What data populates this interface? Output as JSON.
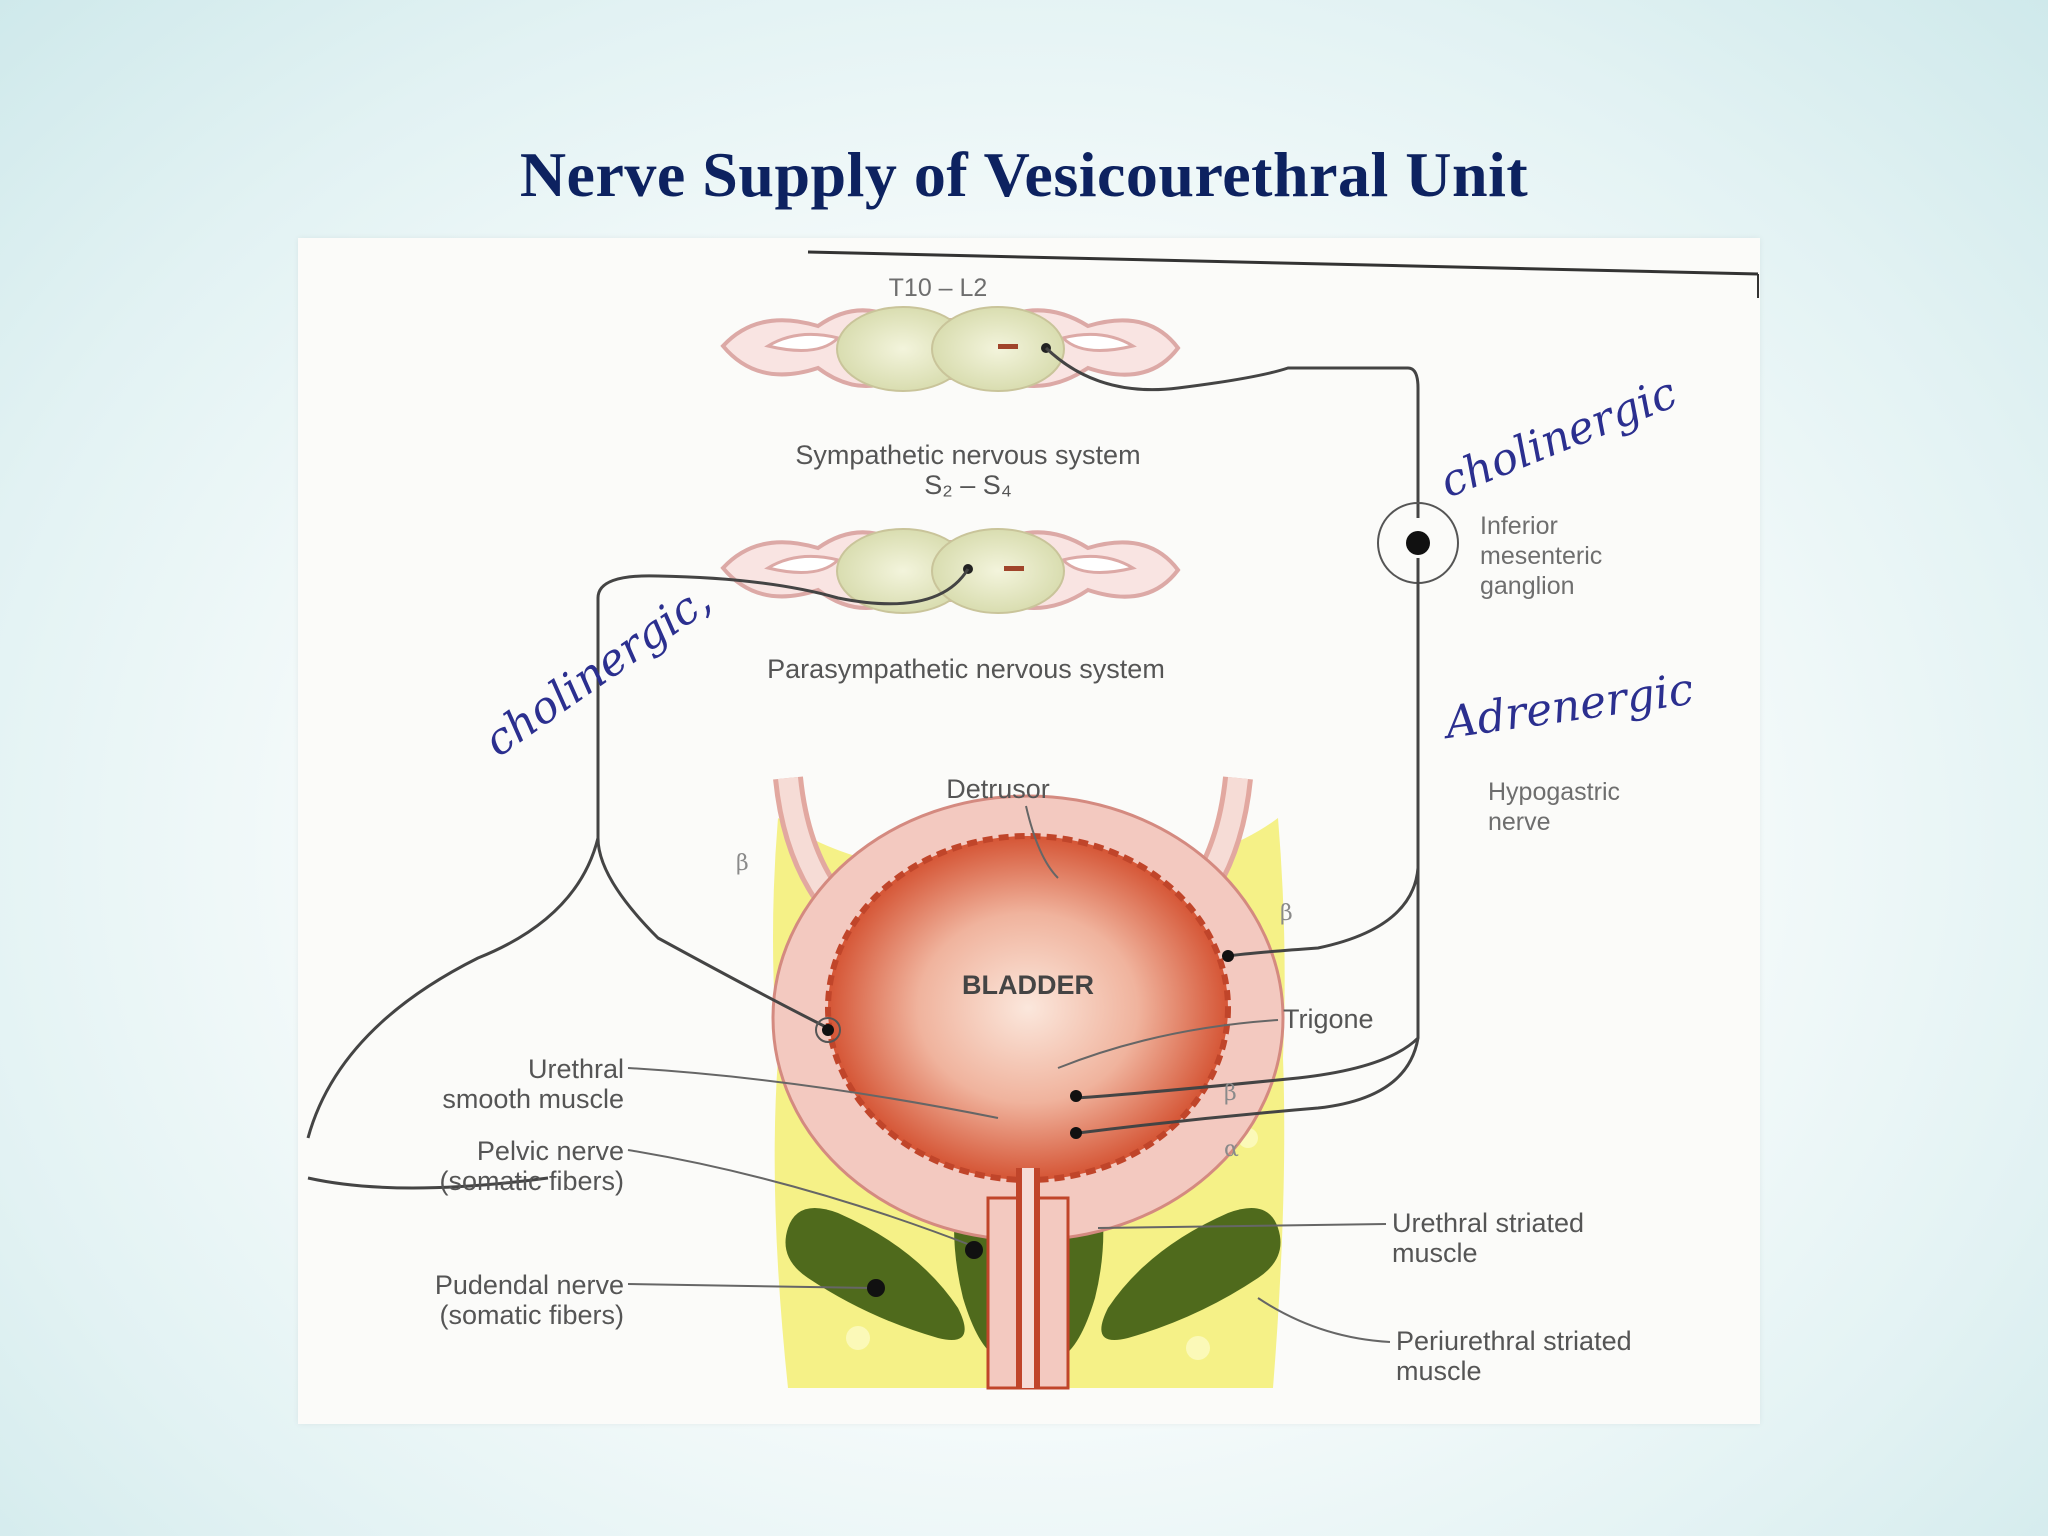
{
  "title": "Nerve Supply of Vesicourethral Unit",
  "diagram": {
    "spinal_level_top": "T10 – L2",
    "sympathetic_label": "Sympathetic nervous system",
    "spinal_level_sacral": "S₂ – S₄",
    "parasympathetic_label": "Parasympathetic nervous system",
    "ganglion_label": [
      "Inferior",
      "mesenteric",
      "ganglion"
    ],
    "hypogastric_label": [
      "Hypogastric",
      "nerve"
    ],
    "detrusor_label": "Detrusor",
    "bladder_label": "BLADDER",
    "trigone_label": "Trigone",
    "urethral_smooth_label": [
      "Urethral",
      "smooth muscle"
    ],
    "pelvic_nerve_label": [
      "Pelvic nerve",
      "(somatic fibers)"
    ],
    "pudendal_nerve_label": [
      "Pudendal nerve",
      "(somatic fibers)"
    ],
    "urethral_striated_label": [
      "Urethral striated",
      "muscle"
    ],
    "periurethral_striated_label": [
      "Periurethral striated",
      "muscle"
    ],
    "receptor_labels": {
      "beta_left": "β",
      "beta_right_upper": "β",
      "beta_right_lower": "β",
      "alpha": "α"
    },
    "handwritten_notes": {
      "cholinergic_top": "cholinergic",
      "cholinergic_left": "cholinergic,",
      "adrenergic": "Adrenergic"
    },
    "colors": {
      "title": "#0d2260",
      "bladder_outer": "#f3c9c0",
      "bladder_inner": "#e07a5a",
      "fat": "#f4f07a",
      "striated_muscle": "#4f6a1c",
      "spinal_cord": "#e8ecc8",
      "handwriting": "#2b2f8f"
    }
  }
}
